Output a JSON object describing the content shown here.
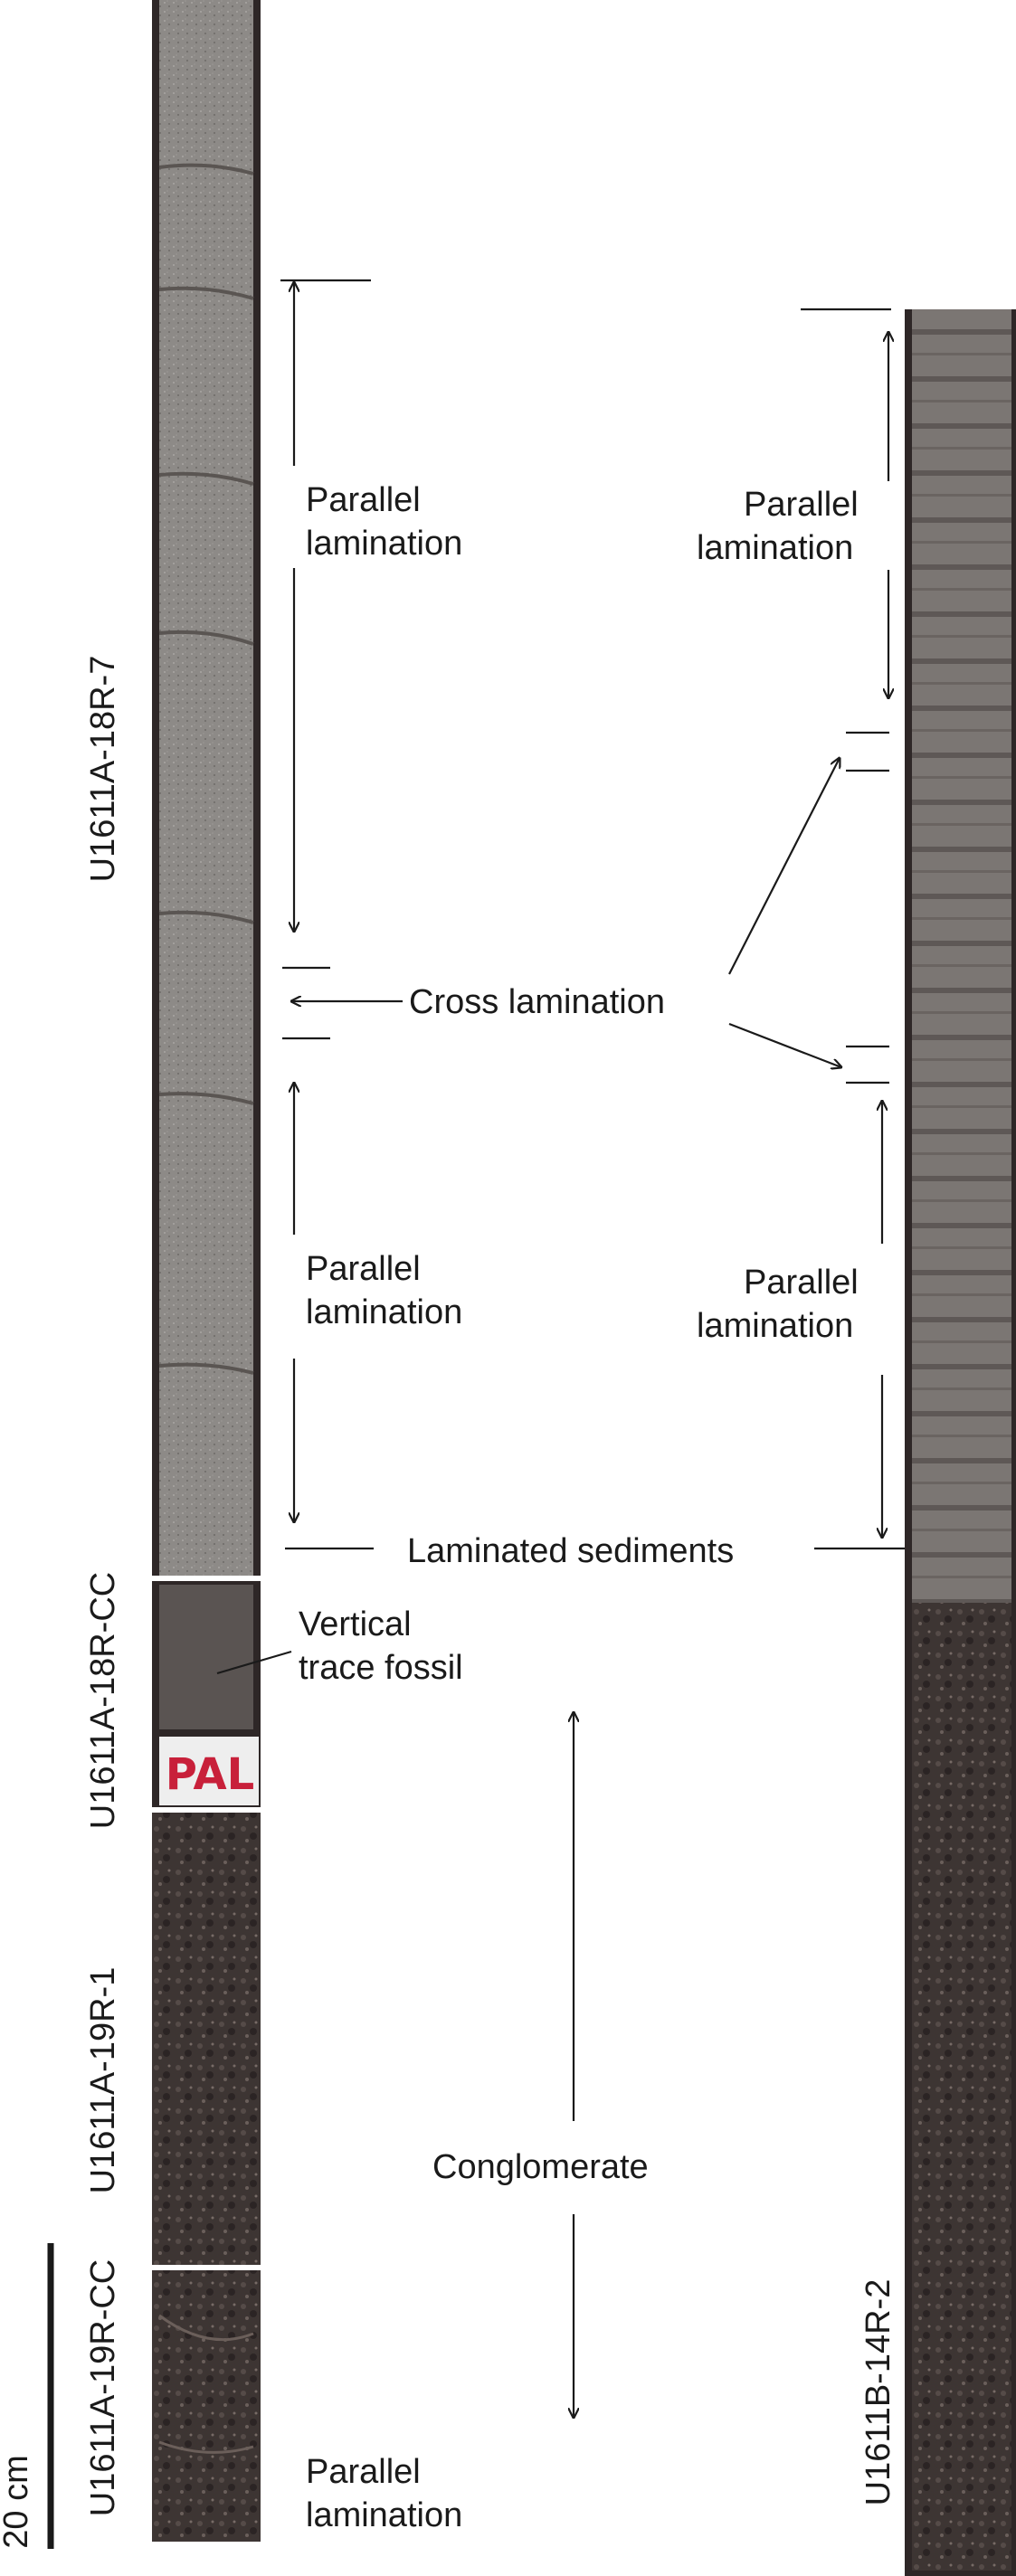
{
  "core_labels": {
    "a18r7": "U1611A-18R-7",
    "a18rcc": "U1611A-18R-CC",
    "a19r1": "U1611A-19R-1",
    "a19rcc": "U1611A-19R-CC",
    "b14r2": "U1611B-14R-2"
  },
  "annotations": {
    "parallel_line1": "Parallel",
    "parallel_line2": "lamination",
    "cross_lamination": "Cross lamination",
    "laminated_sediments": "Laminated sediments",
    "vertical_line1": "Vertical",
    "vertical_line2": "trace fossil",
    "conglomerate": "Conglomerate"
  },
  "sample_tag": "PAL",
  "scale_bar": "20 cm",
  "colors": {
    "ink": "#1a1a1a",
    "core_laminated": "#8a8784",
    "core_dark": "#6f6b68",
    "conglomerate": "#3b3433",
    "core_edge": "#2a2222",
    "tag_red": "#c8203a"
  }
}
